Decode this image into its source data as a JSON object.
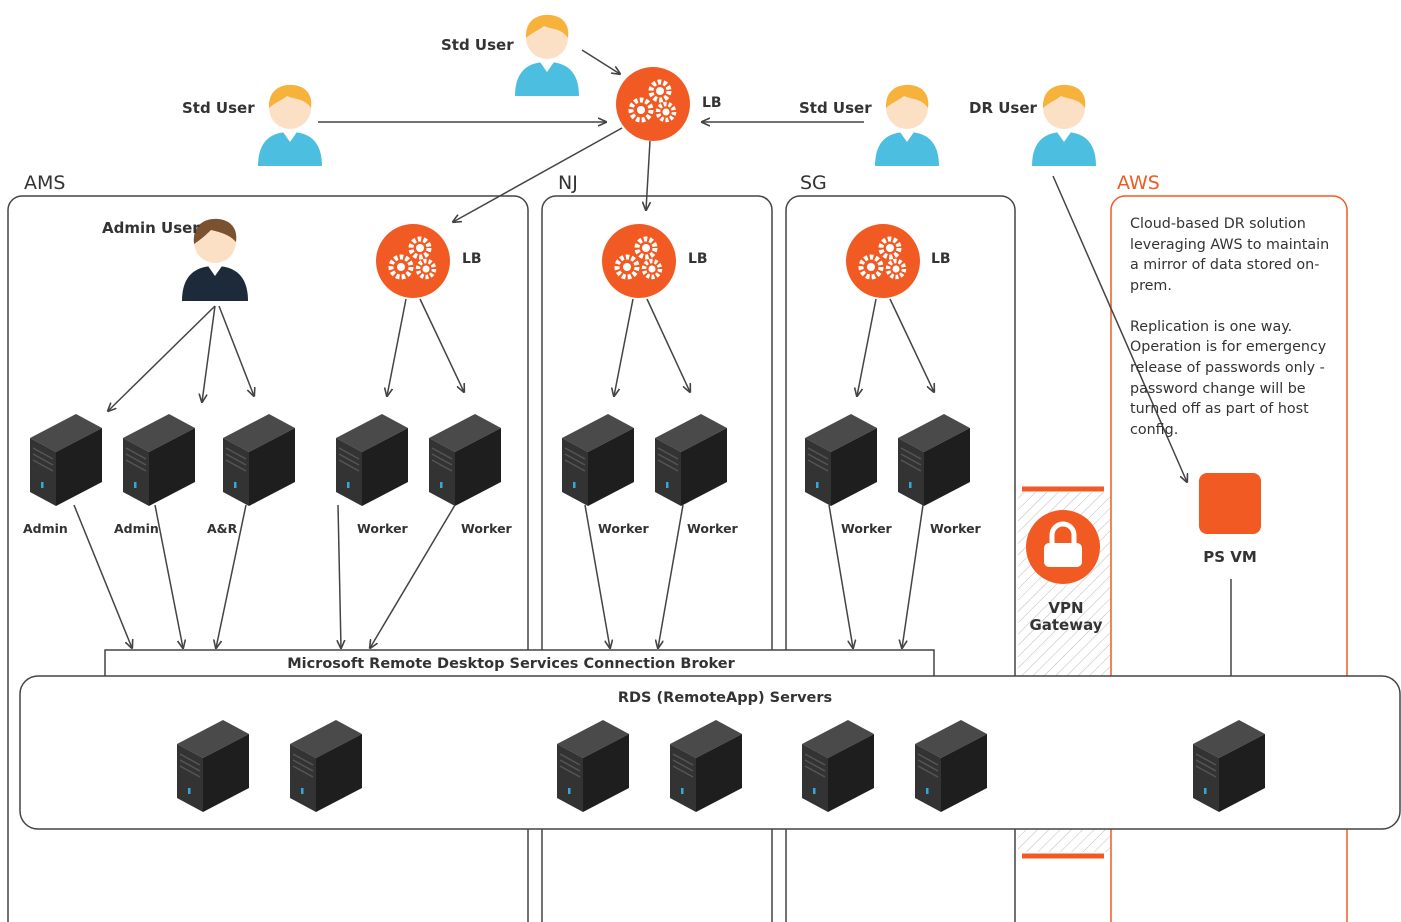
{
  "regions": {
    "ams": "AMS",
    "nj": "NJ",
    "sg": "SG",
    "aws": "AWS"
  },
  "users": {
    "std_top": "Std User",
    "std_left": "Std User",
    "std_right": "Std User",
    "dr": "DR User",
    "admin": "Admin User"
  },
  "load_balancers": {
    "top": "LB",
    "ams": "LB",
    "nj": "LB",
    "sg": "LB"
  },
  "servers": {
    "ams": [
      "Admin",
      "Admin",
      "A&R",
      "Worker",
      "Worker"
    ],
    "nj": [
      "Worker",
      "Worker"
    ],
    "sg": [
      "Worker",
      "Worker"
    ]
  },
  "broker": "Microsoft Remote Desktop Services Connection Broker",
  "rds": "RDS (RemoteApp) Servers",
  "vpn": [
    "VPN",
    "Gateway"
  ],
  "ps_vm": "PS VM",
  "aws_note": [
    "Cloud-based DR solution leveraging AWS to maintain a mirror of data stored on-prem.",
    "Replication is one way. Operation is for emergency release of passwords only - password change will be turned off as part of host config."
  ],
  "colors": {
    "accent": "#f15a22",
    "user_shirt": "#4cbfe0",
    "admin_shirt": "#1c2a3a",
    "server_dark": "#2a2a2a"
  }
}
